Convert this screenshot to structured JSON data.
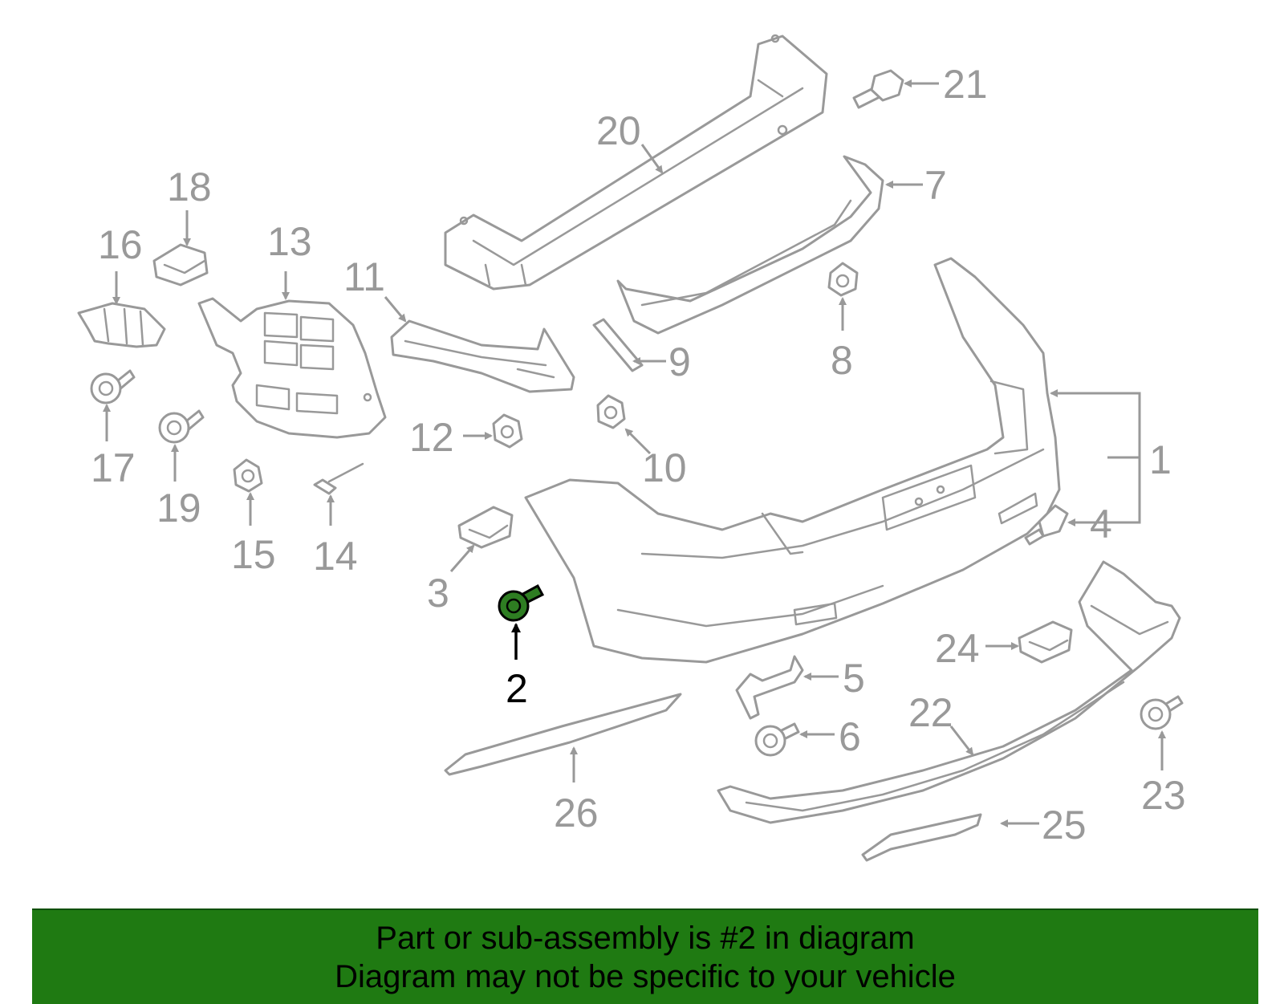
{
  "diagram": {
    "highlighted_part": "2",
    "colors": {
      "part_outline": "#999999",
      "highlight_fill": "#2e7d22",
      "highlight_text": "#000000",
      "banner_bg": "#1f7a12"
    },
    "callouts": [
      "1",
      "2",
      "3",
      "4",
      "5",
      "6",
      "7",
      "8",
      "9",
      "10",
      "11",
      "12",
      "13",
      "14",
      "15",
      "16",
      "17",
      "18",
      "19",
      "20",
      "21",
      "22",
      "23",
      "24",
      "25",
      "26"
    ]
  },
  "banner": {
    "line1": "Part or sub-assembly is #2 in diagram",
    "line2": "Diagram may not be specific to your vehicle"
  }
}
